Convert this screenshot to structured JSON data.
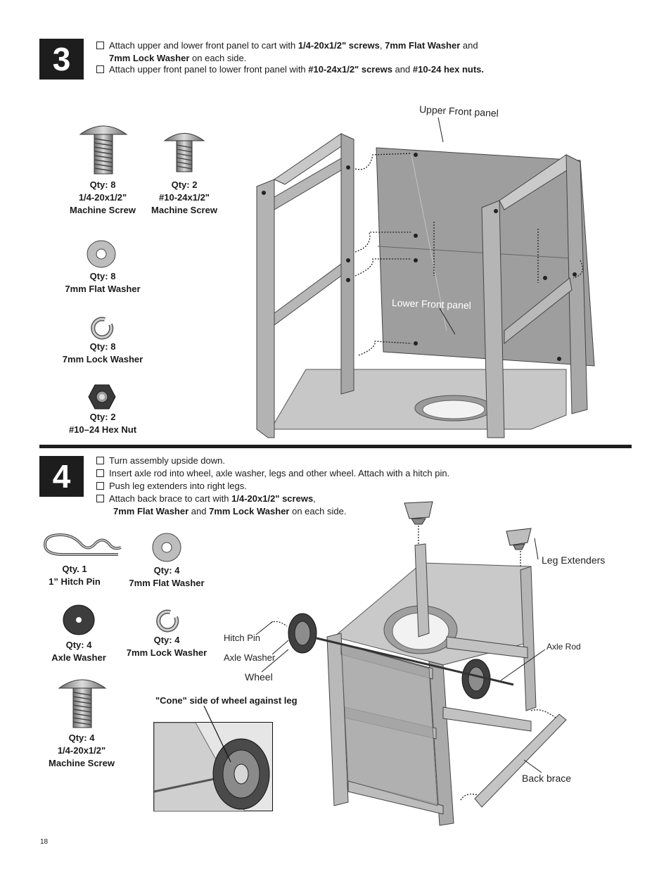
{
  "page_number": "18",
  "step3": {
    "number": "3",
    "instructions": [
      {
        "pre": "Attach  upper  and  lower  front  panel  to  cart  with ",
        "b1": "1/4-20x1/2\" screws",
        "mid1": ",  ",
        "b2": "7mm  Flat  Washer",
        "post": "  and"
      },
      {
        "cont_b": "7mm  Lock  Washer",
        "cont_post": "  on each  side."
      },
      {
        "pre": "Attach  upper  front  panel  to  lower  front  panel  with ",
        "b1": "#10-24x1/2\" screws",
        "mid1": "  and  ",
        "b2": "#10-24 hex nuts.",
        "post": ""
      }
    ],
    "parts": [
      {
        "qty": "Qty: 8",
        "line1": "1/4-20x1/2\"",
        "line2": "Machine Screw",
        "icon": "machine-screw-icon"
      },
      {
        "qty": "Qty: 2",
        "line1": "#10-24x1/2\"",
        "line2": "Machine Screw",
        "icon": "machine-screw-icon"
      },
      {
        "qty": "Qty: 8",
        "line1": "7mm  Flat  Washer",
        "icon": "flat-washer-icon"
      },
      {
        "qty": "Qty: 8",
        "line1": "7mm  Lock  Washer",
        "icon": "lock-washer-icon"
      },
      {
        "qty": "Qty: 2",
        "line1": "#10–24  Hex  Nut",
        "icon": "hex-nut-icon"
      }
    ],
    "labels": {
      "upper_panel": "Upper  Front  panel",
      "lower_panel": "Lower  Front  panel"
    }
  },
  "step4": {
    "number": "4",
    "instructions": [
      {
        "text": "Turn assembly upside down."
      },
      {
        "text": "Insert axle rod into wheel, axle washer, legs and other  wheel. Attach with a  hitch pin."
      },
      {
        "text": "Push leg extenders into right legs."
      },
      {
        "pre": "Attach  back brace  to  cart with  ",
        "b1": "1/4-20x1/2\" screws",
        "post": ","
      },
      {
        "cont_b": "7mm  Flat  Washer",
        "cont_mid": "  and ",
        "cont_b2": "7mm  Lock  Washer",
        "cont_post": "  on each  side."
      }
    ],
    "parts": [
      {
        "qty": "Qty. 1",
        "line1": "1” Hitch Pin",
        "icon": "hitch-pin-icon"
      },
      {
        "qty": "Qty: 4",
        "line1": "7mm  Flat  Washer",
        "icon": "flat-washer-icon"
      },
      {
        "qty": "Qty: 4",
        "line1": "Axle  Washer",
        "icon": "axle-washer-icon"
      },
      {
        "qty": "Qty: 4",
        "line1": "7mm Lock  Washer",
        "icon": "lock-washer-icon"
      },
      {
        "qty": "Qty: 4",
        "line1": "1/4-20x1/2\"",
        "line2": "Machine Screw",
        "icon": "machine-screw-icon"
      }
    ],
    "labels": {
      "leg_extenders": "Leg  Extenders",
      "hitch_pin": "Hitch  Pin",
      "axle_washer": "Axle  Washer",
      "wheel": "Wheel",
      "axle_rod": "Axle Rod",
      "back_brace": "Back  brace",
      "cone_note": "\"Cone\" side of wheel against leg"
    }
  }
}
